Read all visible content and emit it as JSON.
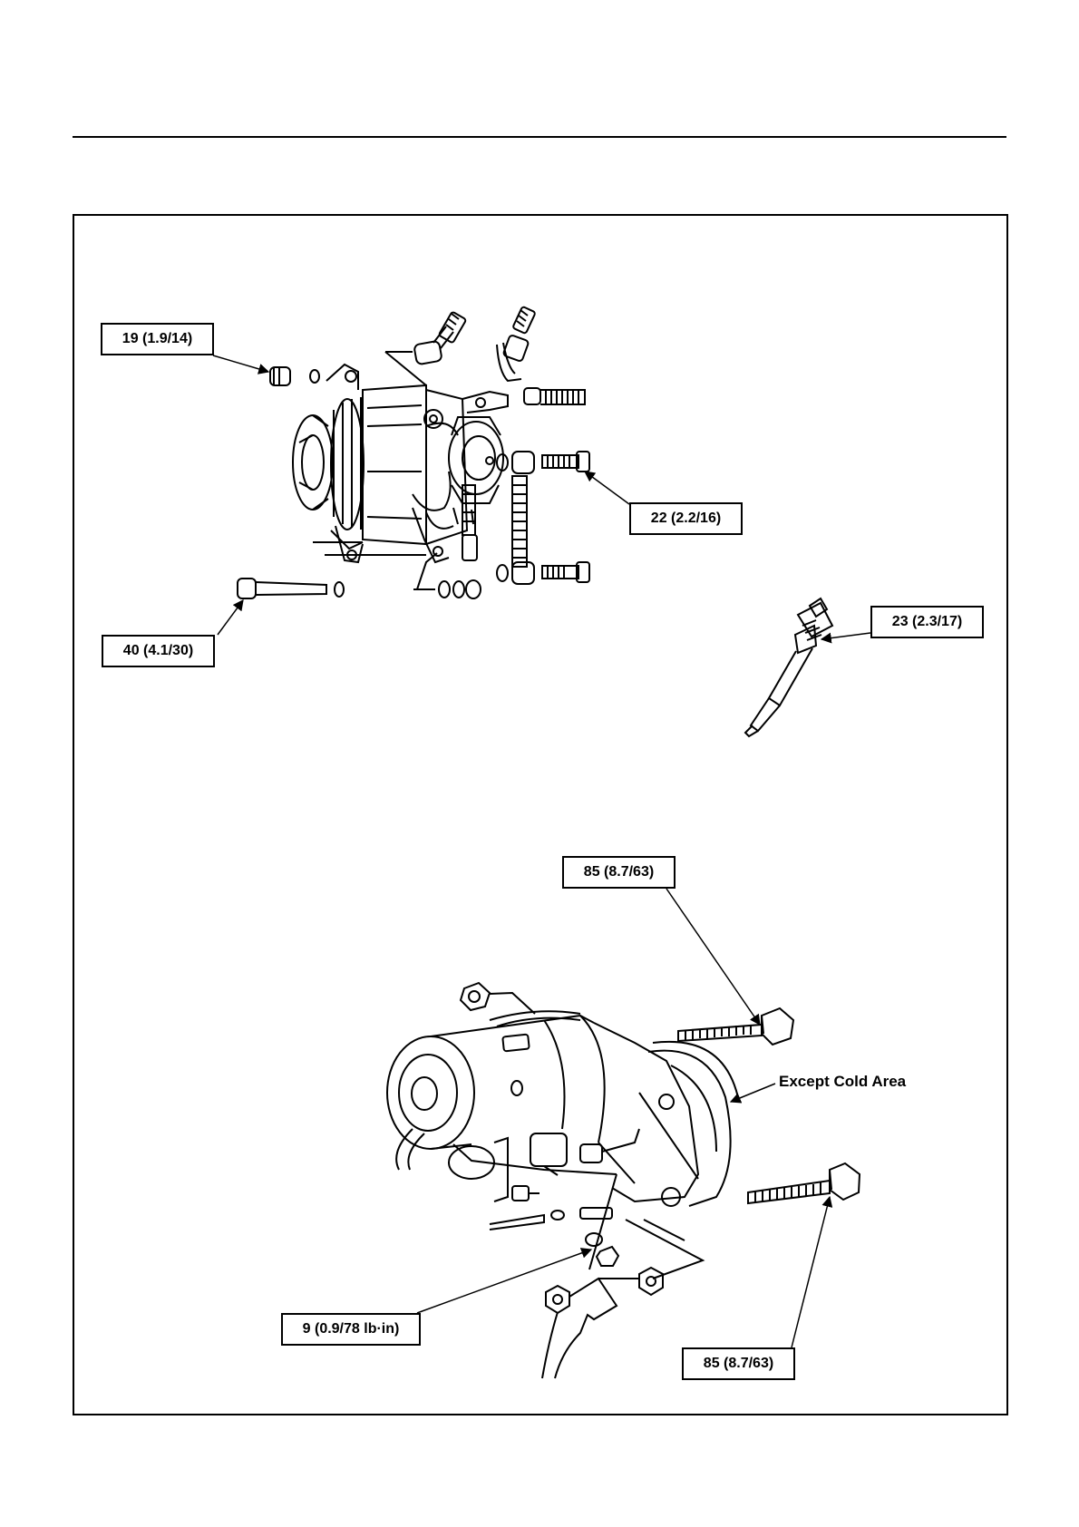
{
  "torque_labels": {
    "alt_bolt_19": "19 (1.9/14)",
    "alt_bolt_22": "22 (2.2/16)",
    "alt_bolt_40": "40 (4.1/30)",
    "glow_plug_23": "23 (2.3/17)",
    "starter_bolt_85_top": "85 (8.7/63)",
    "starter_nut_9": "9 (0.9/78 lb·in)",
    "starter_bolt_85_bottom": "85 (8.7/63)"
  },
  "annotations": {
    "except_cold_area": "Except Cold Area"
  }
}
